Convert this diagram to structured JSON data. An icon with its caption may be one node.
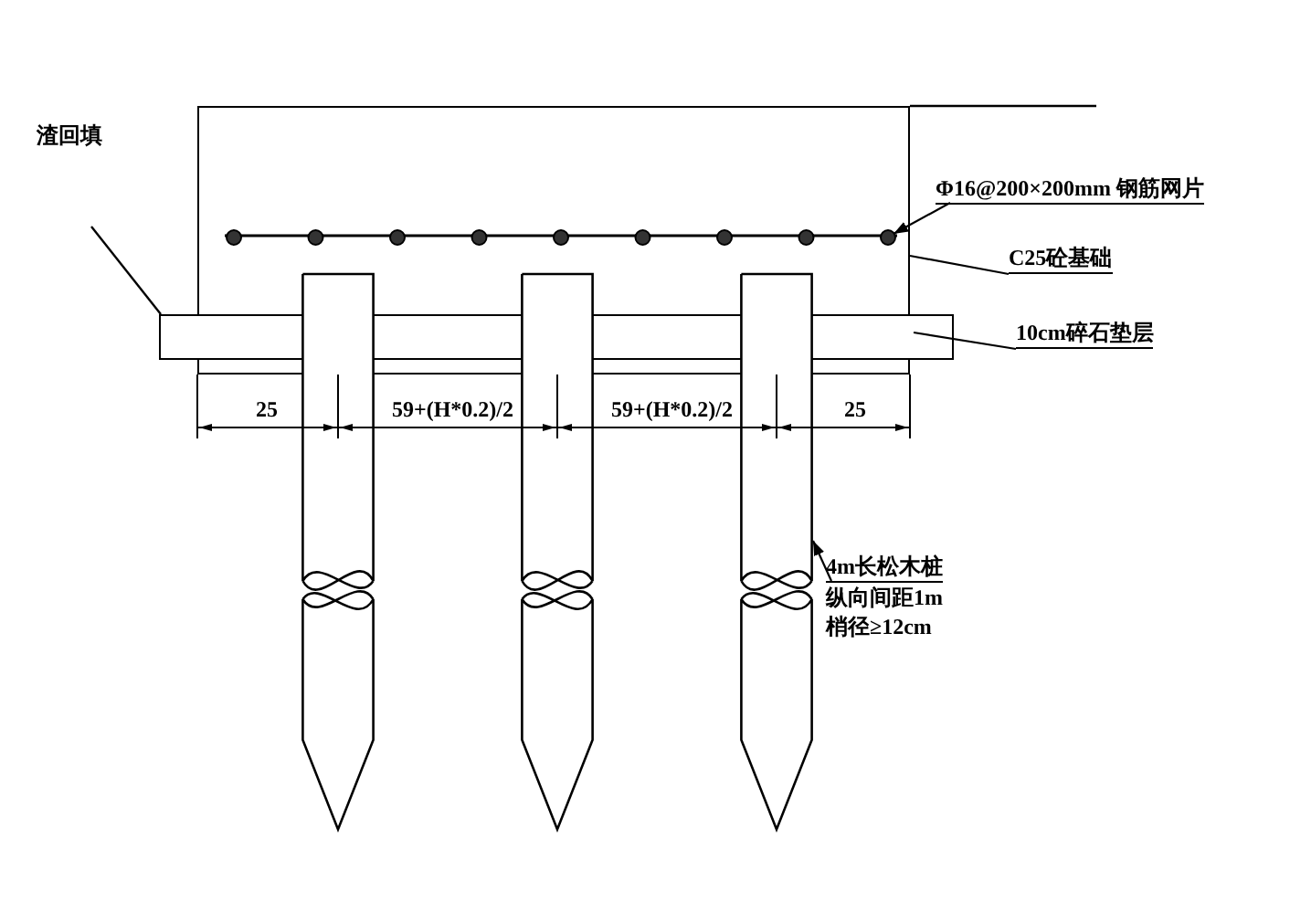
{
  "diagram": {
    "nodes": [
      {
        "text": [
          "Φ16@200×200mm 钢筋网片"
        ]
      },
      {
        "text": [],
        "shape": "box"
      },
      {
        "text": [],
        "shape": "bar",
        "in": 1
      },
      {
        "text": [
          "C25砼基础"
        ]
      },
      {
        "text": [
          "10cm碎石垫层"
        ]
      },
      {
        "text": [],
        "shape": "bar"
      },
      {
        "text": [],
        "shape": "picture"
      },
      {
        "text": [],
        "shape": "picture"
      },
      {
        "text": [],
        "shape": "picture"
      },
      {
        "text": [
          "4m长松木桩",
          "纵向间距1m",
          "梢径≥12cm"
        ]
      }
    ],
    "edges": [
      {
        "from": 0,
        "to": 2,
        "arrow": "to"
      },
      {
        "from": 3,
        "to": 1,
        "arrow": "none"
      },
      {
        "from": 4,
        "to": 5,
        "arrow": "none"
      },
      {
        "from": 9,
        "to": 8,
        "arrow": "to"
      }
    ],
    "labels": [
      "渣回填",
      "25",
      "59+(H*0.2)/2",
      "59+(H*0.2)/2",
      "25"
    ]
  }
}
